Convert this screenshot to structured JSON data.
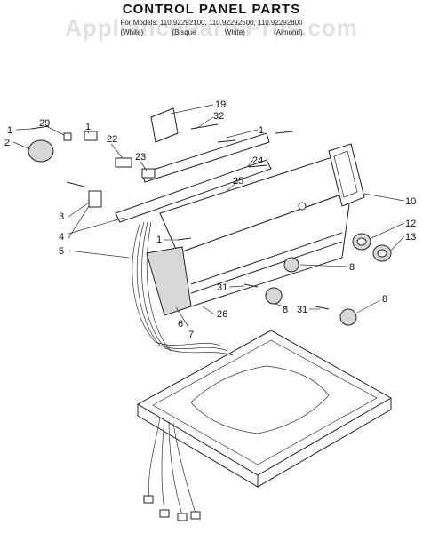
{
  "header": {
    "title": "CONTROL PANEL PARTS",
    "models": "For Models: 110.92292100, 110.92292500, 110.92292800",
    "variants": [
      "(White)",
      "(Bisque White)",
      "(Almond)"
    ]
  },
  "watermark": "AppliancePartsPros.com",
  "callouts": {
    "c1a": "1",
    "c29": "29",
    "c1b": "1",
    "c2": "2",
    "c22": "22",
    "c23": "23",
    "c19": "19",
    "c32": "32",
    "c1c": "1",
    "c24": "24",
    "c25": "25",
    "c3": "3",
    "c4": "4",
    "c5": "5",
    "c1d": "1",
    "c10": "10",
    "c12": "12",
    "c13": "13",
    "c8a": "8",
    "c31a": "31",
    "c8b": "8",
    "c31b": "31",
    "c8c": "8",
    "c26": "26",
    "c6": "6",
    "c7": "7"
  }
}
